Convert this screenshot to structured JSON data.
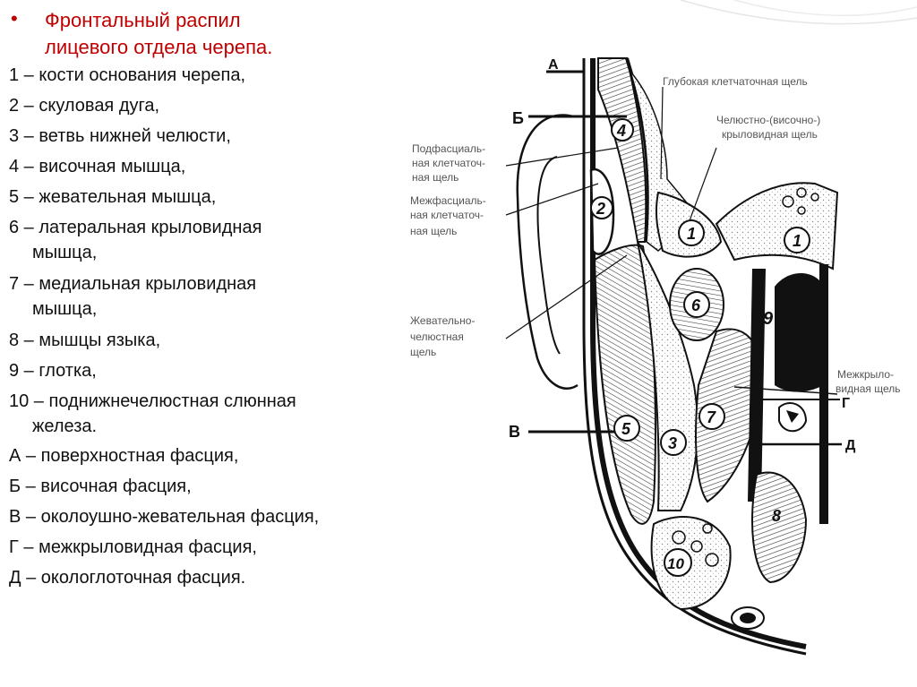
{
  "slide": {
    "bullet": "•",
    "title_line1": "Фронтальный распил",
    "title_line2": "лицевого отдела черепа.",
    "legend": [
      {
        "line1": "1 – кости основания черепа,",
        "line2": ""
      },
      {
        "line1": "2 – скуловая дуга,",
        "line2": ""
      },
      {
        "line1": "3 – ветвь нижней челюсти,",
        "line2": ""
      },
      {
        "line1": "4 – височная мышца,",
        "line2": ""
      },
      {
        "line1": "5 – жевательная мышца,",
        "line2": ""
      },
      {
        "line1": "6 – латеральная крыловидная",
        "line2": "мышца,"
      },
      {
        "line1": "7 – медиальная крыловидная",
        "line2": "мышца,"
      },
      {
        "line1": "8 – мышцы языка,",
        "line2": ""
      },
      {
        "line1": "9 – глотка,",
        "line2": ""
      },
      {
        "line1": "10 – поднижнечелюстная слюнная",
        "line2": "железа."
      },
      {
        "line1": "А – поверхностная фасция,",
        "line2": ""
      },
      {
        "line1": "Б – височная фасция,",
        "line2": ""
      },
      {
        "line1": "В – околоушно-жевательная фасция,",
        "line2": ""
      },
      {
        "line1": "Г – межкрыловидная фасция,",
        "line2": ""
      },
      {
        "line1": "Д – окологлоточная фасция.",
        "line2": ""
      }
    ],
    "colors": {
      "title": "#c00000",
      "text": "#111111",
      "figure_ink": "#111111",
      "figure_label": "#555555"
    }
  },
  "figure": {
    "labels": {
      "deep_cellular_space": "Глубокая клетчаточная щель",
      "pterygoid_space_1": "Челюстно-(височно-)",
      "pterygoid_space_2": "крыловидная щель",
      "subfascial_1": "Подфасциаль-",
      "subfascial_2": "ная клетчаточ-",
      "subfascial_3": "ная щель",
      "interfascial_1": "Межфасциаль-",
      "interfascial_2": "ная клетчаточ-",
      "interfascial_3": "ная щель",
      "masseter_space_1": "Жевательно-",
      "masseter_space_2": "челюстная",
      "masseter_space_3": "щель",
      "interpterygoid_1": "Межкрыло-",
      "interpterygoid_2": "видная щель"
    },
    "letters": {
      "a": "А",
      "b": "Б",
      "v": "В",
      "g": "Г",
      "d": "Д"
    },
    "numbers": {
      "n1a": "1",
      "n1b": "1",
      "n2": "2",
      "n3": "3",
      "n4": "4",
      "n5": "5",
      "n6": "6",
      "n7": "7",
      "n8": "8",
      "n9": "9",
      "n10": "10"
    }
  }
}
